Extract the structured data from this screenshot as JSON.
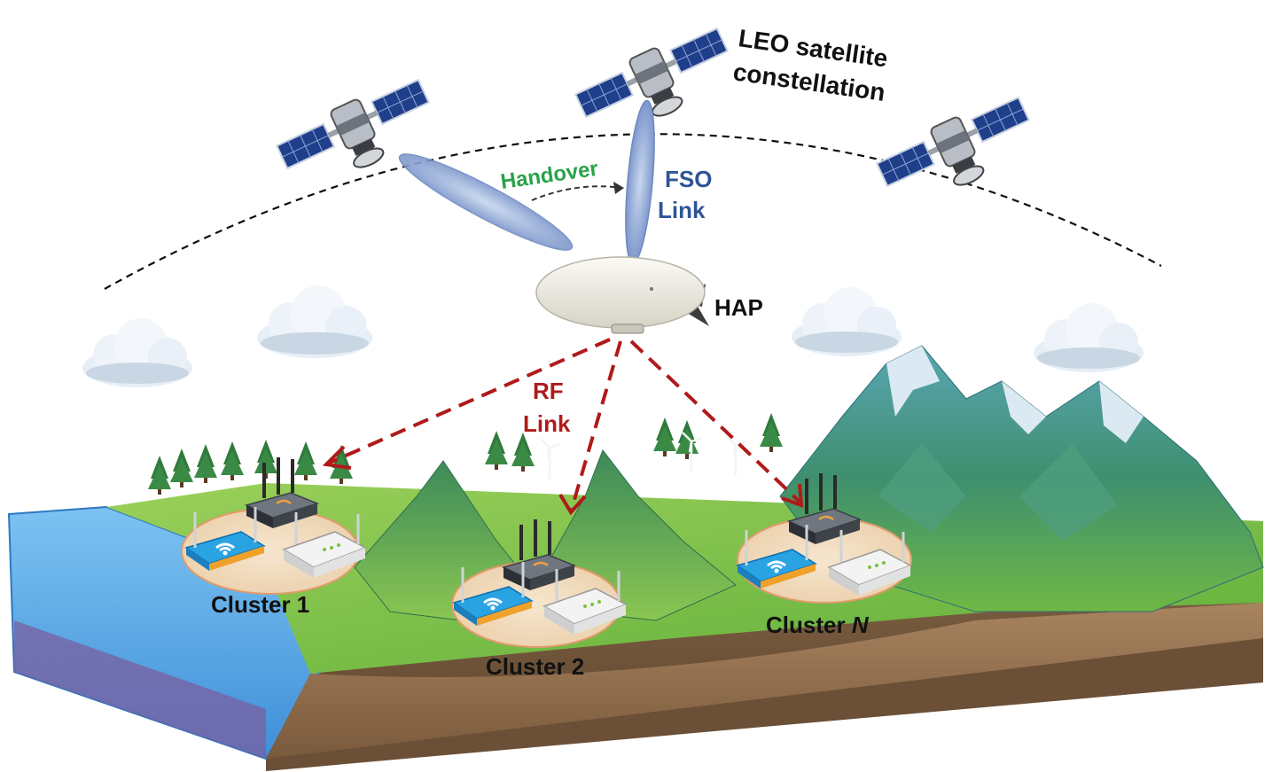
{
  "labels": {
    "constellation_line1": "LEO satellite",
    "constellation_line2": "constellation",
    "handover": "Handover",
    "fso_line1": "FSO",
    "fso_line2": "Link",
    "hap": "HAP",
    "rf_line1": "RF",
    "rf_line2": "Link",
    "cluster1": "Cluster 1",
    "cluster2": "Cluster 2",
    "cluster_n_prefix": "Cluster ",
    "cluster_n_suffix": "N"
  },
  "colors": {
    "handover_text": "#2aa34a",
    "fso_text": "#2e5597",
    "rf_text": "#b01a1a",
    "rf_arrow": "#b01a1a",
    "label_text": "#111111",
    "beam": "#8ea6d6",
    "water": "#5fa8e6",
    "grass": "#7cc045",
    "soil": "#9e7b57",
    "mountain": "#3e8f8a"
  },
  "icons": [
    "satellite-icon",
    "airship-icon",
    "cloud-icon",
    "router-icon",
    "mountain-icon",
    "tree-icon",
    "wind-turbine-icon"
  ]
}
